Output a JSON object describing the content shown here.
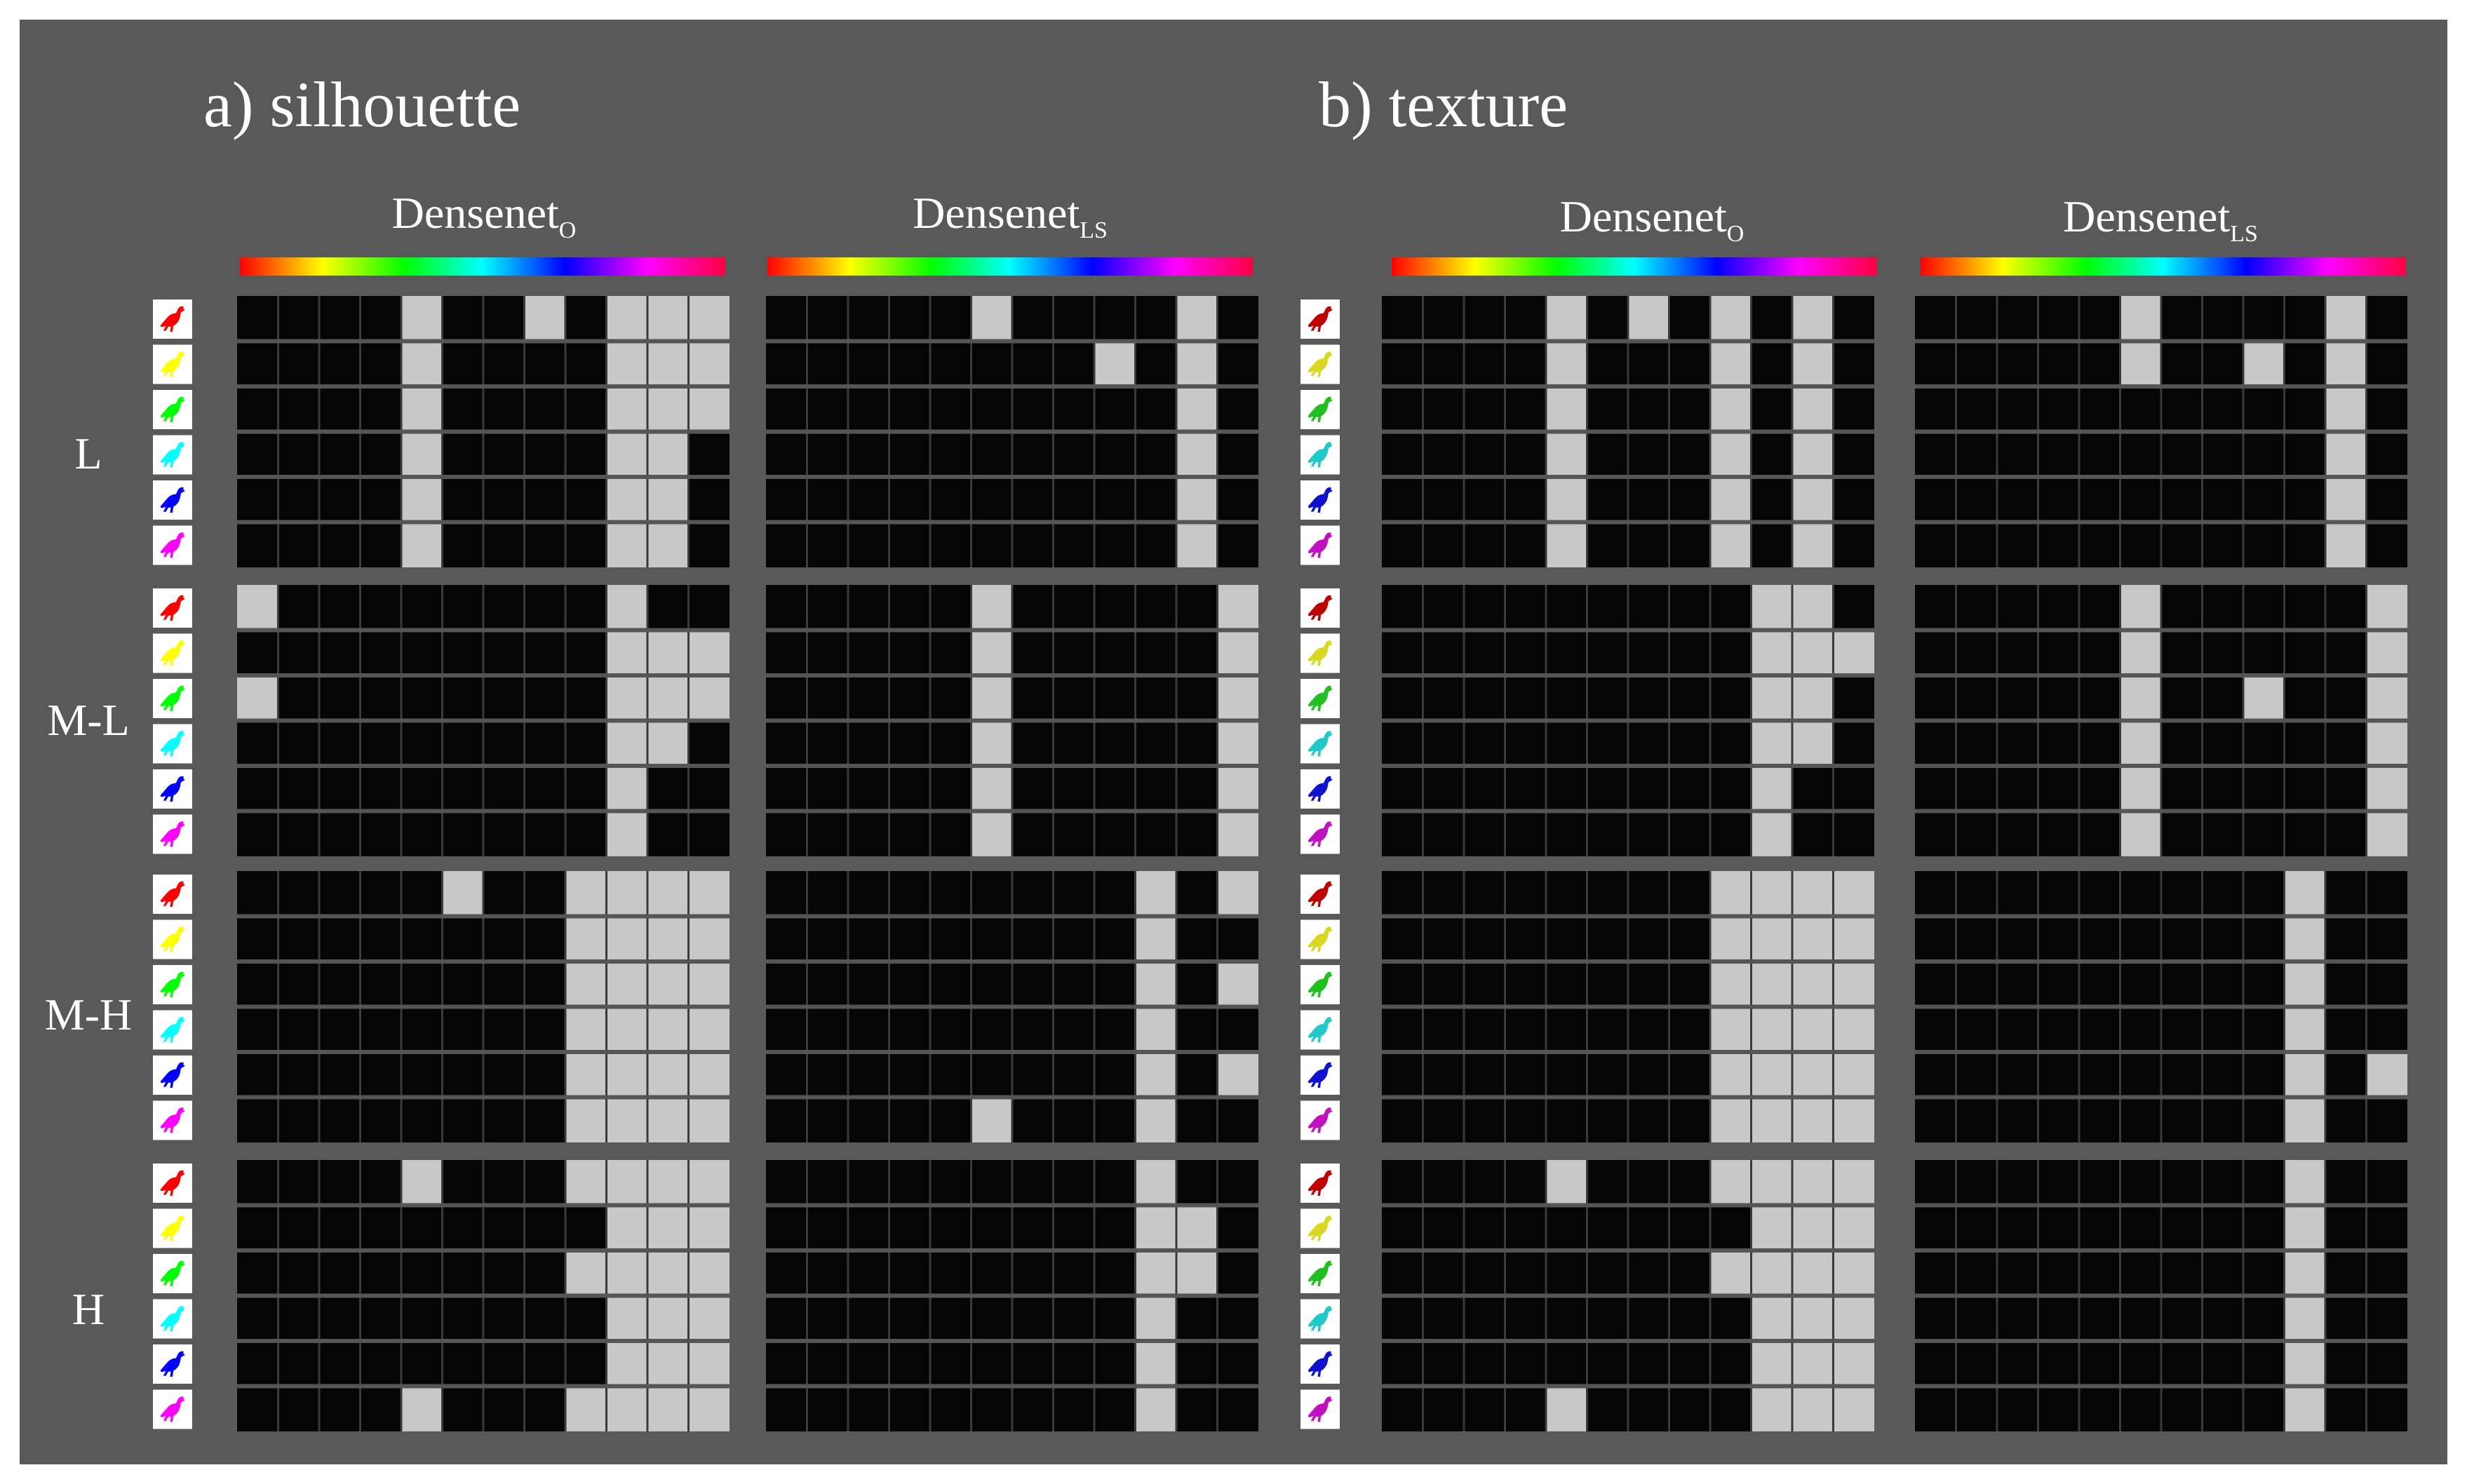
{
  "figure": {
    "panels": [
      {
        "title": "a) silhouette"
      },
      {
        "title": "b) texture"
      }
    ],
    "model_labels": [
      {
        "base": "Densenet",
        "sub": "O"
      },
      {
        "base": "Densenet",
        "sub": "LS"
      }
    ],
    "row_groups": [
      "L",
      "M-L",
      "M-H",
      "H"
    ],
    "bird_colors": [
      "#ff0000",
      "#ffff00",
      "#00ff00",
      "#00ffff",
      "#0000ff",
      "#ff00ff"
    ],
    "texture_bird_colors": [
      "#c00000",
      "#d8d820",
      "#20c020",
      "#20c8c8",
      "#1010d0",
      "#c010c0"
    ],
    "gray_cells": [
      {
        "groups": [
          [
            [
              4,
              7,
              9,
              10,
              11
            ],
            [
              4,
              9,
              10,
              11
            ],
            [
              4,
              9,
              10,
              11
            ],
            [
              4,
              9,
              10
            ],
            [
              4,
              9,
              10
            ],
            [
              4,
              9,
              10
            ]
          ],
          [
            [
              0,
              9
            ],
            [
              9,
              10,
              11
            ],
            [
              0,
              9,
              10,
              11
            ],
            [
              9,
              10
            ],
            [
              9
            ],
            [
              9
            ]
          ],
          [
            [
              5,
              8,
              9,
              10,
              11
            ],
            [
              8,
              9,
              10,
              11
            ],
            [
              8,
              9,
              10,
              11
            ],
            [
              8,
              9,
              10,
              11
            ],
            [
              8,
              9,
              10,
              11
            ],
            [
              8,
              9,
              10,
              11
            ]
          ],
          [
            [
              4,
              8,
              9,
              10,
              11
            ],
            [
              9,
              10,
              11
            ],
            [
              8,
              9,
              10,
              11
            ],
            [
              9,
              10,
              11
            ],
            [
              9,
              10,
              11
            ],
            [
              4,
              8,
              9,
              10,
              11
            ]
          ]
        ]
      },
      {
        "groups": [
          [
            [
              5,
              10
            ],
            [
              8,
              10
            ],
            [
              10
            ],
            [
              10
            ],
            [
              10
            ],
            [
              10
            ]
          ],
          [
            [
              5,
              11
            ],
            [
              5,
              11
            ],
            [
              5,
              11
            ],
            [
              5,
              11
            ],
            [
              5,
              11
            ],
            [
              5,
              11
            ]
          ],
          [
            [
              9,
              11
            ],
            [
              9
            ],
            [
              9,
              11
            ],
            [
              9
            ],
            [
              9,
              11
            ],
            [
              5,
              9
            ]
          ],
          [
            [
              9
            ],
            [
              9,
              10
            ],
            [
              9,
              10
            ],
            [
              9
            ],
            [
              9
            ],
            [
              9
            ]
          ]
        ]
      },
      {
        "groups": [
          [
            [
              4,
              6,
              8,
              10
            ],
            [
              4,
              8,
              10
            ],
            [
              4,
              8,
              10
            ],
            [
              4,
              8,
              10
            ],
            [
              4,
              8,
              10
            ],
            [
              4,
              8,
              10
            ]
          ],
          [
            [
              9,
              10
            ],
            [
              9,
              10,
              11
            ],
            [
              9,
              10
            ],
            [
              9,
              10
            ],
            [
              9
            ],
            [
              9
            ]
          ],
          [
            [
              8,
              9,
              10,
              11
            ],
            [
              8,
              9,
              10,
              11
            ],
            [
              8,
              9,
              10,
              11
            ],
            [
              8,
              9,
              10,
              11
            ],
            [
              8,
              9,
              10,
              11
            ],
            [
              8,
              9,
              10,
              11
            ]
          ],
          [
            [
              4,
              8,
              9,
              10,
              11
            ],
            [
              9,
              10,
              11
            ],
            [
              8,
              9,
              10,
              11
            ],
            [
              9,
              10,
              11
            ],
            [
              9,
              10,
              11
            ],
            [
              4,
              9,
              10,
              11
            ]
          ]
        ]
      },
      {
        "groups": [
          [
            [
              5,
              10
            ],
            [
              5,
              8,
              10
            ],
            [
              10
            ],
            [
              10
            ],
            [
              10
            ],
            [
              10
            ]
          ],
          [
            [
              5,
              11
            ],
            [
              5,
              11
            ],
            [
              5,
              8,
              11
            ],
            [
              5,
              11
            ],
            [
              5,
              11
            ],
            [
              5,
              11
            ]
          ],
          [
            [
              9
            ],
            [
              9
            ],
            [
              9
            ],
            [
              9
            ],
            [
              9,
              11
            ],
            [
              9
            ]
          ],
          [
            [
              9
            ],
            [
              9
            ],
            [
              9
            ],
            [
              9
            ],
            [
              9
            ],
            [
              9
            ]
          ]
        ]
      }
    ]
  }
}
